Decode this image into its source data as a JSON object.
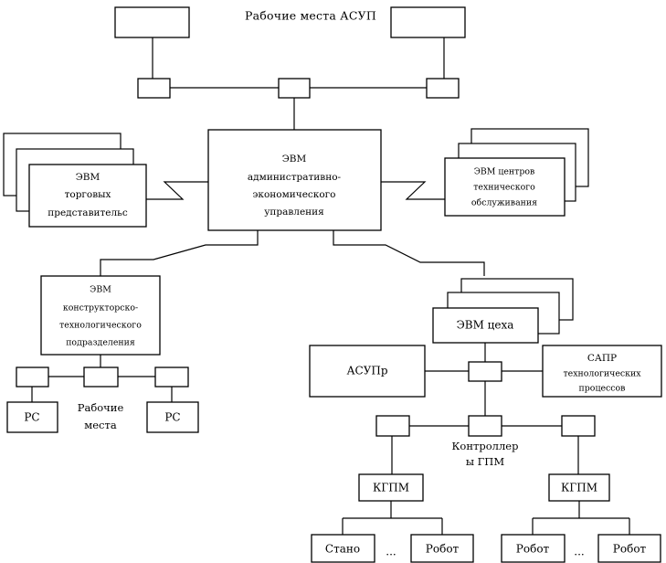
{
  "diagram": {
    "title": "Рабочие места АСУП",
    "nodes": {
      "top_left_terminal": {
        "label": ""
      },
      "top_right_terminal": {
        "label": ""
      },
      "trade_computers": {
        "lines": [
          "ЭВМ",
          "торговых",
          "представительс"
        ],
        "stack_count": 3
      },
      "central_computer": {
        "lines": [
          "ЭВМ",
          "административно-",
          "экономического",
          "управления"
        ]
      },
      "service_centers": {
        "lines": [
          "ЭВМ  центров",
          "технического",
          "обслуживания"
        ],
        "stack_count": 3
      },
      "design_computer": {
        "lines": [
          "ЭВМ",
          "конструкторско-",
          "технологического",
          "подразделения"
        ]
      },
      "workstations_label": {
        "lines": [
          "Рабочие",
          "места"
        ]
      },
      "pc_left": {
        "label": "РС"
      },
      "pc_right": {
        "label": "РС"
      },
      "shop_computer": {
        "label": "ЭВМ цеха",
        "stack_count": 3
      },
      "asupr": {
        "label": "АСУПр"
      },
      "sapr": {
        "lines": [
          "САПР",
          "технологических",
          "процессов"
        ]
      },
      "controllers_label": {
        "lines": [
          "Контроллер",
          "ы ГПМ"
        ]
      },
      "kgpm_left": {
        "label": "КГПМ"
      },
      "kgpm_right": {
        "label": "КГПМ"
      },
      "machine_left": {
        "label": "Стано"
      },
      "robot_left": {
        "label": "Робот"
      },
      "robot_right_a": {
        "label": "Робот"
      },
      "robot_right_b": {
        "label": "Робот"
      },
      "ellipsis_left": {
        "label": "..."
      },
      "ellipsis_right": {
        "label": "..."
      }
    },
    "colors": {
      "stroke": "#000000",
      "fill": "#ffffff",
      "background": "#ffffff"
    }
  }
}
